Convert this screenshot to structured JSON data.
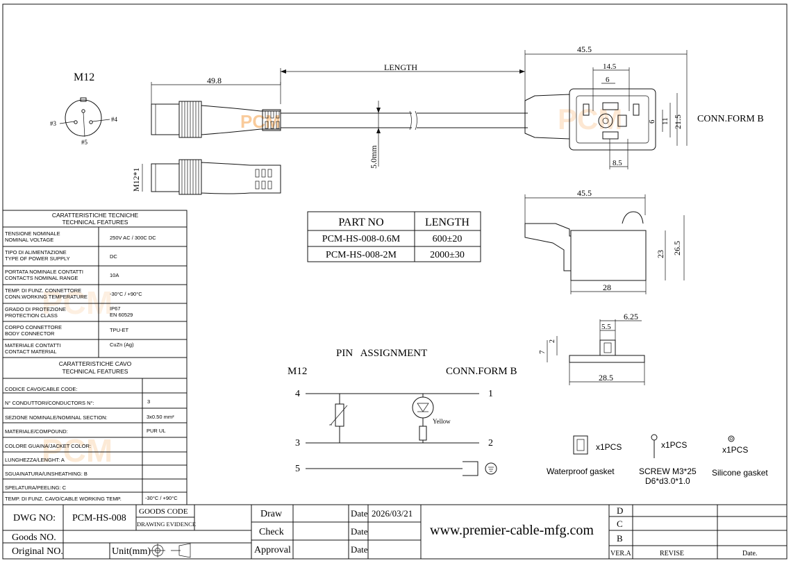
{
  "watermark": "PCM",
  "m12_view": {
    "title": "M12",
    "pins": [
      "#3",
      "#4",
      "#5"
    ]
  },
  "dimensions": {
    "length": "LENGTH",
    "m12_length": "49.8",
    "cable_dia": "5.0mm",
    "m12_thread": "M12*1",
    "conn_width": "45.5",
    "pin_spacing": "14.5",
    "pin_offset": "6",
    "height_21": "21.5",
    "height_11": "11",
    "height_6": "6",
    "pin_8": "8.5",
    "side_width": "45.5",
    "side_height": "26.5",
    "side_inner": "23",
    "side_depth": "28",
    "gasket_625": "6.25",
    "gasket_55": "5.5",
    "gasket_2": "2",
    "gasket_7": "7",
    "gasket_285": "28.5"
  },
  "conn_form_label": "CONN.FORM B",
  "part_table": {
    "headers": [
      "PART NO",
      "LENGTH"
    ],
    "rows": [
      [
        "PCM-HS-008-0.6M",
        "600±20"
      ],
      [
        "PCM-HS-008-2M",
        "2000±30"
      ]
    ]
  },
  "tech_features": {
    "title1": "CARATTERISTICHE TECNICHE",
    "title2": "TECHNICAL FEATURES",
    "rows": [
      {
        "l1": "TENSIONE NOMINALE",
        "l2": "NOMINAL VOLTAGE",
        "v1": "250V AC / 300C DC",
        "v2": ""
      },
      {
        "l1": "TIPO DI ALIMENTAZIONE",
        "l2": "TYPE OF POWER SUPPLY",
        "v1": "DC",
        "v2": ""
      },
      {
        "l1": "PORTATA NOMINALE CONTATTI",
        "l2": "CONTACTS NOMINAL RANGE",
        "v1": "10A",
        "v2": ""
      },
      {
        "l1": "TEMP. DI FUNZ. CONNETTORE",
        "l2": "CONN.WORKING TEMPERATURE",
        "v1": "-30°C / +90°C",
        "v2": ""
      },
      {
        "l1": "GRADO DI PROTEZIONE",
        "l2": "PROTECTION CLASS",
        "v1": "IP67",
        "v2": "EN 60529"
      },
      {
        "l1": "CORPO CONNETTORE",
        "l2": "BODY CONNECTOR",
        "v1": "TPU-ET",
        "v2": ""
      },
      {
        "l1": "MATERIALE CONTATTI",
        "l2": "CONTACT MATERIAL",
        "v1": "CuZn (Ag)",
        "v2": ""
      }
    ]
  },
  "cable_features": {
    "title1": "CARATTERISTICHE CAVO",
    "title2": "TECHNICAL FEATURES",
    "rows": [
      {
        "label": "CODICE CAVO/CABLE CODE:",
        "value": ""
      },
      {
        "label": "N° CONDUTTORI/CONDUCTORS N°:",
        "value": "3"
      },
      {
        "label": "SEZIONE NOMINALE/NOMINAL SECTION:",
        "value": "3x0.50 mm²"
      },
      {
        "label": "MATERIALE/COMPOUND:",
        "value": "PUR UL"
      },
      {
        "label": "COLORE GUAINA/JACKET COLOR:",
        "value": ""
      },
      {
        "label": "LUNGHEZZA/LENGHT: A",
        "value": ""
      },
      {
        "label": "SGUAINATURA/UNSHEATHING: B",
        "value": ""
      },
      {
        "label": "SPELATURA/PEELING: C",
        "value": ""
      },
      {
        "label": "TEMP. DI FUNZ. CAVO/CABLE WORKING TEMP.",
        "value": "-30°C / +90°C"
      }
    ]
  },
  "pin_assignment": {
    "title": "PIN   ASSIGNMENT",
    "left": "M12",
    "right": "CONN.FORM B",
    "pins_left": [
      "4",
      "3",
      "5"
    ],
    "pins_right": [
      "1",
      "2"
    ],
    "led_label": "Yellow"
  },
  "accessories": [
    {
      "qty": "x1PCS",
      "name": "Waterproof gasket",
      "name2": ""
    },
    {
      "qty": "x1PCS",
      "name": "SCREW M3*25",
      "name2": "D6*d3.0*1.0"
    },
    {
      "qty": "x1PCS",
      "name": "Silicone gasket",
      "name2": ""
    }
  ],
  "title_block": {
    "dwg_no_label": "DWG NO:",
    "dwg_no": "PCM-HS-008",
    "goods_code": "GOODS CODE",
    "drawing_evidence": "DRAWING EVIDENCE",
    "goods_no": "Goods NO.",
    "original_no": "Original NO.",
    "unit": "Unit(mm)",
    "draw": "Draw",
    "check": "Check",
    "approval": "Approval",
    "date": "Date",
    "date_value": "2026/03/21",
    "website": "www.premier-cable-mfg.com",
    "rev_letters": [
      "D",
      "C",
      "B"
    ],
    "ver": "VER.A",
    "revise": "REVISE",
    "date_col": "Date."
  }
}
